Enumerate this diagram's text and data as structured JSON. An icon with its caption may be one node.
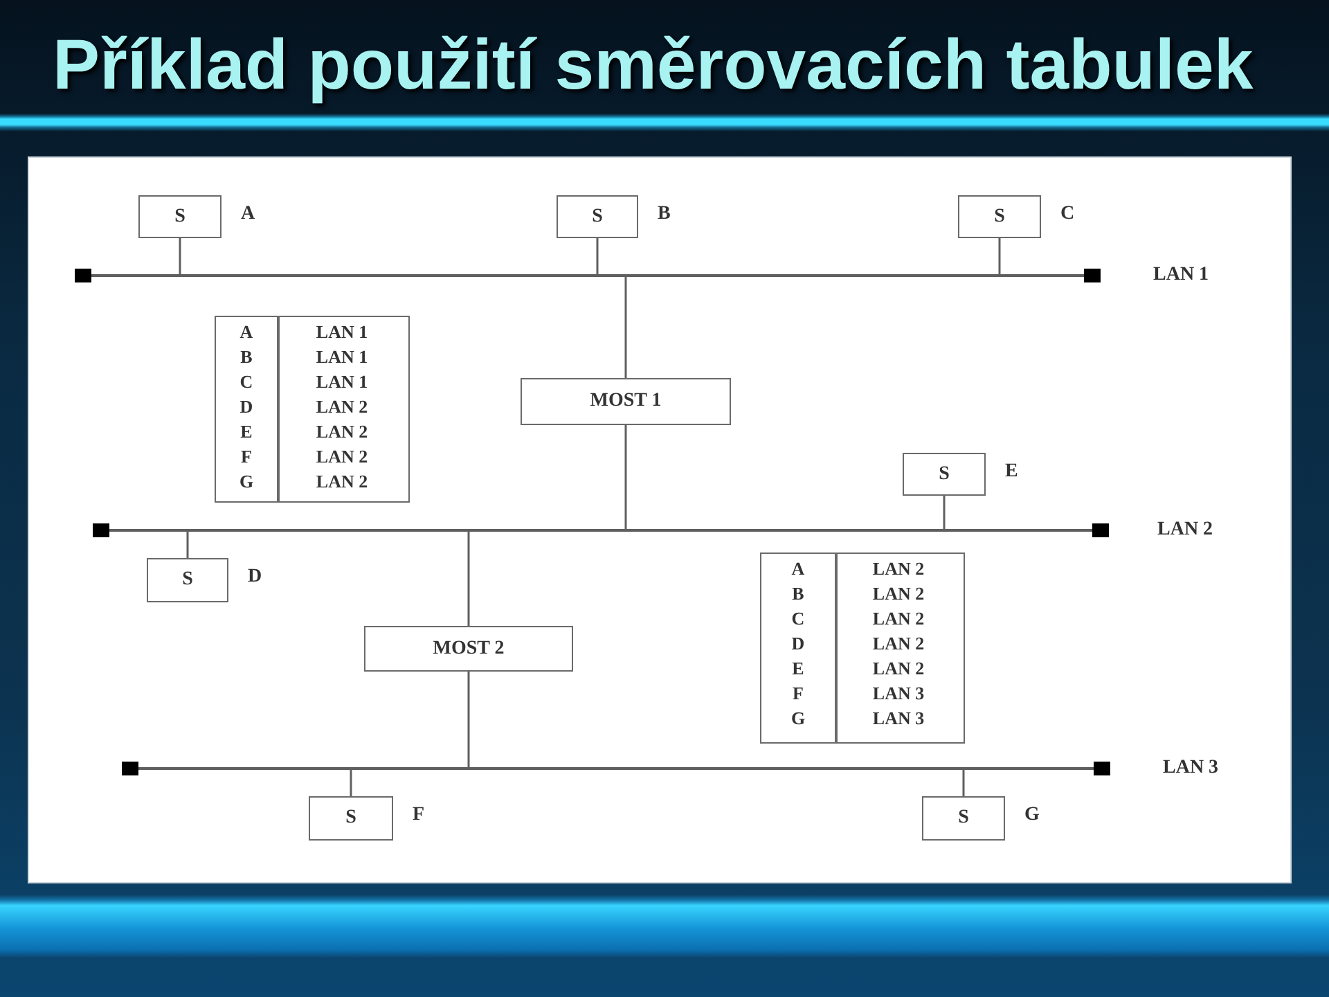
{
  "diagram": {
    "title": "Příklad použití směrovacích tabulek",
    "nodes": [
      {
        "text": [
          "S"
        ],
        "beside": [
          "A"
        ]
      },
      {
        "text": [
          "S"
        ],
        "beside": [
          "B"
        ]
      },
      {
        "text": [
          "S"
        ],
        "beside": [
          "C"
        ]
      },
      {
        "text": [],
        "shape": "line",
        "beside": [
          "LAN 1"
        ]
      },
      {
        "text": [
          "A",
          "LAN 1",
          "B",
          "LAN 1",
          "C",
          "LAN 1",
          "D",
          "LAN 2",
          "E",
          "LAN 2",
          "F",
          "LAN 2",
          "G",
          "LAN 2"
        ]
      },
      {
        "text": [
          "MOST 1"
        ]
      },
      {
        "text": [
          "S"
        ],
        "beside": [
          "E"
        ]
      },
      {
        "text": [],
        "shape": "line",
        "beside": [
          "LAN 2"
        ]
      },
      {
        "text": [
          "S"
        ],
        "beside": [
          "D"
        ]
      },
      {
        "text": [
          "A",
          "LAN 2",
          "B",
          "LAN 2",
          "C",
          "LAN 2",
          "D",
          "LAN 2",
          "E",
          "LAN 2",
          "F",
          "LAN 3",
          "G",
          "LAN 3"
        ]
      },
      {
        "text": [
          "MOST 2"
        ]
      },
      {
        "text": [],
        "shape": "line",
        "beside": [
          "LAN 3"
        ]
      },
      {
        "text": [
          "S"
        ],
        "beside": [
          "F"
        ]
      },
      {
        "text": [
          "S"
        ],
        "beside": [
          "G"
        ]
      }
    ],
    "edges": [
      {
        "from": 0,
        "to": 3,
        "arrow": "none"
      },
      {
        "from": 1,
        "to": 3,
        "arrow": "none"
      },
      {
        "from": 2,
        "to": 3,
        "arrow": "none"
      },
      {
        "from": 3,
        "to": 5,
        "arrow": "none"
      },
      {
        "from": 5,
        "to": 7,
        "arrow": "none"
      },
      {
        "from": 6,
        "to": 7,
        "arrow": "none"
      },
      {
        "from": 8,
        "to": 7,
        "arrow": "none"
      },
      {
        "from": 7,
        "to": 10,
        "arrow": "none"
      },
      {
        "from": 10,
        "to": 11,
        "arrow": "none"
      },
      {
        "from": 12,
        "to": 11,
        "arrow": "none"
      },
      {
        "from": 13,
        "to": 11,
        "arrow": "none"
      }
    ]
  }
}
